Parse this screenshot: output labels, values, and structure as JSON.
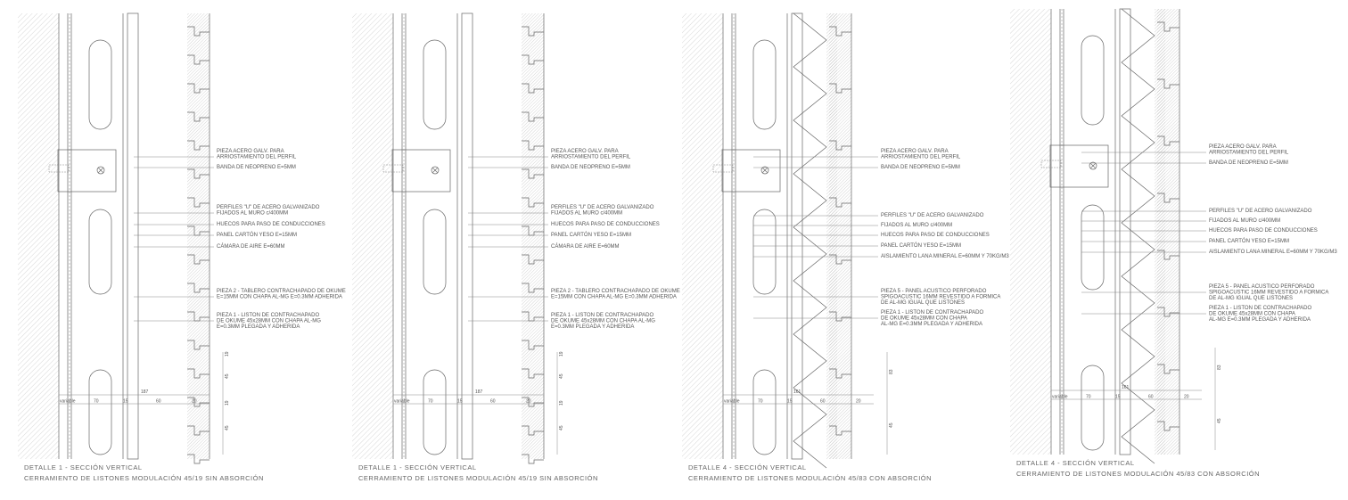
{
  "panels": [
    {
      "id": "detail-1-a",
      "variant": "no-absorption",
      "annotations": [
        [
          "PIEZA ACERO GALV. PARA",
          "ARRIOSTAMIENTO DEL PERFIL"
        ],
        [
          "BANDA DE NEOPRENO E=5MM"
        ],
        [
          "PERFILES \"U\" DE ACERO GALVANIZADO",
          "FIJADOS AL MURO c/400MM"
        ],
        [
          "HUECOS PARA PASO DE CONDUCCIONES"
        ],
        [
          "PANEL CARTÓN YESO E=15MM"
        ],
        [
          "CÁMARA DE AIRE E=60MM"
        ],
        [
          "PIEZA 2 - TABLERO CONTRACHAPADO DE OKUME",
          "E=15MM CON CHAPA AL-MG E=0.3MM ADHERIDA"
        ],
        [
          "PIEZA 1 - LISTON DE CONTRACHAPADO",
          "DE OKUME 45x28MM CON CHAPA AL-MG",
          "E=0.3MM PLEGADA Y ADHERIDA"
        ]
      ],
      "dims_horizontal": [
        "variable",
        "70",
        "15",
        "60",
        "20"
      ],
      "dim_total": "187",
      "dims_vertical": [
        "19",
        "45",
        "19",
        "45"
      ],
      "caption": [
        "DETALLE 1 - SECCIÓN VERTICAL",
        "CERRAMIENTO DE LISTONES MODULACIÓN 45/19 SIN ABSORCIÓN"
      ]
    },
    {
      "id": "detail-1-b",
      "variant": "no-absorption",
      "annotations": [
        [
          "PIEZA ACERO GALV. PARA",
          "ARRIOSTAMIENTO DEL PERFIL"
        ],
        [
          "BANDA DE NEOPRENO E=5MM"
        ],
        [
          "PERFILES \"U\" DE ACERO GALVANIZADO",
          "FIJADOS AL MURO c/400MM"
        ],
        [
          "HUECOS PARA PASO DE CONDUCCIONES"
        ],
        [
          "PANEL CARTÓN YESO E=15MM"
        ],
        [
          "CÁMARA DE AIRE E=60MM"
        ],
        [
          "PIEZA 2 - TABLERO CONTRACHAPADO DE OKUME",
          "E=15MM CON CHAPA AL-MG E=0.3MM ADHERIDA"
        ],
        [
          "PIEZA 1 - LISTON DE CONTRACHAPADO",
          "DE OKUME 45x28MM CON CHAPA AL-MG",
          "E=0.3MM PLEGADA Y ADHERIDA"
        ]
      ],
      "dims_horizontal": [
        "variable",
        "70",
        "15",
        "60",
        "20"
      ],
      "dim_total": "187",
      "dims_vertical": [
        "19",
        "45",
        "19",
        "45"
      ],
      "caption": [
        "DETALLE 1 - SECCIÓN VERTICAL",
        "CERRAMIENTO DE LISTONES MODULACIÓN 45/19 SIN ABSORCIÓN"
      ]
    },
    {
      "id": "detail-4-a",
      "variant": "absorption",
      "annotations": [
        [
          "PIEZA ACERO GALV. PARA",
          "ARRIOSTAMIENTO DEL PERFIL"
        ],
        [
          "BANDA DE NEOPRENO E=5MM"
        ],
        [
          "PERFILES \"U\" DE ACERO GALVANIZADO"
        ],
        [
          "FIJADOS AL MURO c/400MM"
        ],
        [
          "HUECOS PARA PASO DE CONDUCCIONES"
        ],
        [
          "PANEL CARTÓN YESO E=15MM"
        ],
        [
          "AISLAMIENTO LANA MINERAL E=60MM Y 70KG/M3"
        ],
        [
          "PIEZA 5 - PANEL ACUSTICO PERFORADO",
          "SPIGOACUSTIC 16MM REVESTIDO A FORMICA",
          "DE AL-MG IGUAL QUE LISTONES"
        ],
        [
          "PIEZA 1 - LISTON DE CONTRACHAPADO",
          "DE OKUME 45x28MM CON CHAPA",
          "AL-MG E=0.3MM PLEGADA Y ADHERIDA"
        ]
      ],
      "dims_horizontal": [
        "variable",
        "70",
        "15",
        "60",
        "20"
      ],
      "dim_total": "161",
      "dims_vertical": [
        "83",
        "45"
      ],
      "caption": [
        "DETALLE 4 - SECCIÓN VERTICAL",
        "CERRAMIENTO DE LISTONES MODULACIÓN 45/83 CON ABSORCIÓN"
      ]
    },
    {
      "id": "detail-4-b",
      "variant": "absorption",
      "annotations": [
        [
          "PIEZA ACERO GALV. PARA",
          "ARRIOSTAMIENTO DEL PERFIL"
        ],
        [
          "BANDA DE NEOPRENO E=5MM"
        ],
        [
          "PERFILES \"U\" DE ACERO GALVANIZADO"
        ],
        [
          "FIJADOS AL MURO c/400MM"
        ],
        [
          "HUECOS PARA PASO DE CONDUCCIONES"
        ],
        [
          "PANEL CARTÓN YESO E=15MM"
        ],
        [
          "AISLAMIENTO LANA MINERAL E=60MM Y 70KG/M3"
        ],
        [
          "PIEZA 5 - PANEL ACUSTICO PERFORADO",
          "SPIGOACUSTIC 16MM REVESTIDO A FORMICA",
          "DE AL-MG IGUAL QUE LISTONES"
        ],
        [
          "PIEZA 1 - LISTON DE CONTRACHAPADO",
          "DE OKUME 45x28MM CON CHAPA",
          "AL-MG E=0.3MM PLEGADA Y ADHERIDA"
        ]
      ],
      "dims_horizontal": [
        "variable",
        "70",
        "15",
        "60",
        "20"
      ],
      "dim_total": "161",
      "dims_vertical": [
        "83",
        "45"
      ],
      "caption": [
        "DETALLE 4 - SECCIÓN VERTICAL",
        "CERRAMIENTO DE LISTONES MODULACIÓN 45/83 CON ABSORCIÓN"
      ]
    }
  ]
}
